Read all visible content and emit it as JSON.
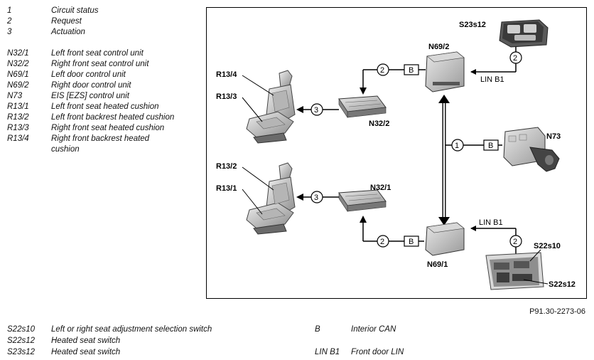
{
  "legend": [
    {
      "code": "1",
      "text": "Circuit status"
    },
    {
      "code": "2",
      "text": "Request"
    },
    {
      "code": "3",
      "text": "Actuation"
    },
    {
      "code": "N32/1",
      "text": "Left front seat control unit"
    },
    {
      "code": "N32/2",
      "text": "Right front seat control unit"
    },
    {
      "code": "N69/1",
      "text": "Left door control unit"
    },
    {
      "code": "N69/2",
      "text": "Right door control unit"
    },
    {
      "code": "N73",
      "text": "EIS [EZS] control unit"
    },
    {
      "code": "R13/1",
      "text": "Left front seat heated cushion"
    },
    {
      "code": "R13/2",
      "text": "Left front backrest heated cushion"
    },
    {
      "code": "R13/3",
      "text": "Right front seat heated cushion"
    },
    {
      "code": "R13/4",
      "text": "Right front backrest heated cushion"
    }
  ],
  "bottom_left": [
    {
      "code": "S22s10",
      "text": "Left or right seat adjustment selection switch"
    },
    {
      "code": "S22s12",
      "text": "Heated seat switch"
    },
    {
      "code": "S23s12",
      "text": "Heated seat switch"
    }
  ],
  "bottom_right": [
    {
      "code": "B",
      "text": "Interior CAN"
    },
    {
      "code": "LIN B1",
      "text": "Front door LIN"
    }
  ],
  "figure_ref": "P91.30-2273-06",
  "diagram": {
    "labels": {
      "s23s12": "S23s12",
      "n69_2": "N69/2",
      "n69_1": "N69/1",
      "n73": "N73",
      "n32_2": "N32/2",
      "n32_1": "N32/1",
      "r13_4": "R13/4",
      "r13_3": "R13/3",
      "r13_2": "R13/2",
      "r13_1": "R13/1",
      "s22s10": "S22s10",
      "s22s12": "S22s12",
      "lin_top": "LIN B1",
      "lin_bottom": "LIN B1"
    },
    "circles": {
      "c2_top": "2",
      "c2_switch": "2",
      "c3_top": "3",
      "c1": "1",
      "c3_bottom": "3",
      "c2_bottom": "2",
      "c2_s22": "2"
    },
    "boxes": {
      "b_top": "B",
      "b_n73": "B",
      "b_bottom": "B"
    }
  }
}
